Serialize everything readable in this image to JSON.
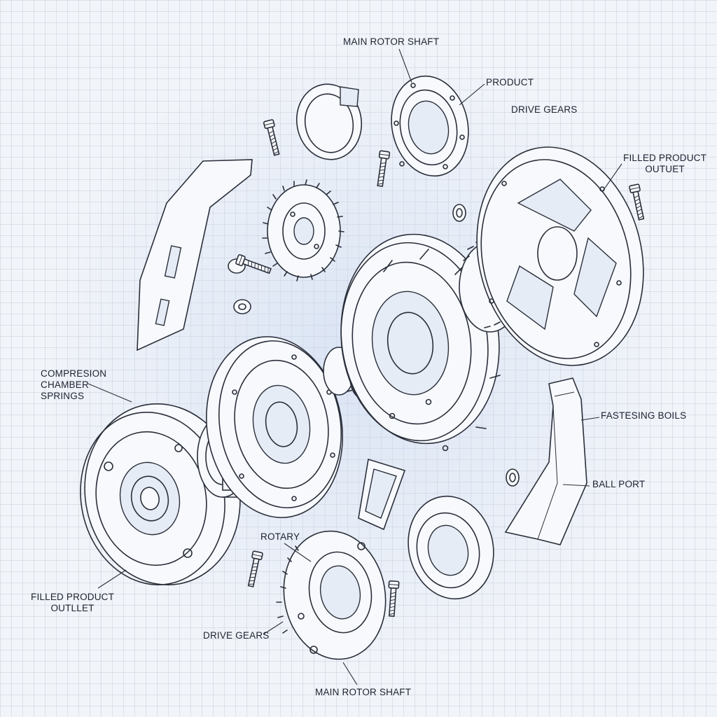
{
  "labels": {
    "main_rotor_shaft_top": "MAIN ROTOR SHAFT",
    "product": "PRODUCT",
    "drive_gears_top": "DRIVE GEARS",
    "filled_product_outlet_right": "FILLED PRODUCT\nOUTUET",
    "compression_chamber_springs": "COMPRESION\nCHAMBER\nSPRINGS",
    "fastening_bolts": "FASTESING BOILS",
    "ball_port": "BALL PORT",
    "rotary": "ROTARY",
    "filled_product_outlet_left": "FILLED PRODUCT\nOUTLLET",
    "drive_gears_bottom": "DRIVE GEARS",
    "main_rotor_shaft_bottom": "MAIN ROTOR SHAFT"
  },
  "colors": {
    "ink": "#2a2f3a",
    "paper": "#f1f4f9",
    "grid": "#c7d0dd"
  }
}
